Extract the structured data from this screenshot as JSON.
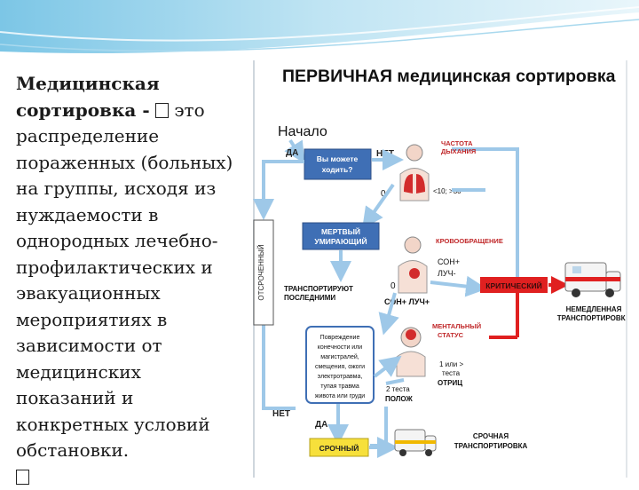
{
  "left_panel": {
    "term": "Медицинская сортировка -",
    "definition_lines": [
      "это",
      "распределение",
      "пораженных (больных)",
      "на группы, исходя из",
      "нуждаемости в",
      "однородных лечебно-",
      "профилактических и",
      "эвакуационных",
      "мероприятиях в",
      "зависимости от",
      "медицинских",
      "показаний и",
      "конкретных условий",
      "обстановки."
    ]
  },
  "diagram": {
    "title_caps": "ПЕРВИЧНАЯ",
    "title_rest": " медицинская сортировка",
    "start": "Начало",
    "yes": "ДА",
    "no": "НЕТ",
    "q1": [
      "Вы можете",
      "ходить?"
    ],
    "breathing_label": [
      "ЧАСТОТА",
      "ДЫХАНИЯ"
    ],
    "zero": "0",
    "breath_range": "<10; >30",
    "dead": [
      "МЕРТВЫЙ",
      "УМИРАЮЩИЙ"
    ],
    "delayed_vertical": "ОТСРОЧЕННЫЙ",
    "circulation_label": "КРОВООБРАЩЕНИЕ",
    "sop_pos": [
      "СОН+",
      "ЛУЧ-"
    ],
    "transport_last": [
      "ТРАНСПОРТИРУЮТ",
      "ПОСЛЕДНИМИ"
    ],
    "sop_neg": "СОН+ ЛУЧ+",
    "critical": "КРИТИЧЕСКИЙ",
    "immediate": [
      "НЕМЕДЛЕННАЯ",
      "ТРАНСПОРТИРОВКА"
    ],
    "injury_box": [
      "Повреждение",
      "конечности или",
      "магистралей,",
      "смещения, ожоги",
      "электротравма,",
      "тупая травма",
      "живота или груди"
    ],
    "mental": [
      "МЕНТАЛЬНЫЙ",
      "СТАТУС"
    ],
    "one_or_more": [
      "1 или >",
      "теста",
      "ОТРИЦ"
    ],
    "two_tests": [
      "2 теста",
      "ПОЛОЖ"
    ],
    "urgent": "СРОЧНЫЙ",
    "urgent_transport": [
      "СРОЧНАЯ",
      "ТРАНСПОРТИРОВКА"
    ],
    "colors": {
      "box_blue": "#3f6fb5",
      "arrow_blue": "#9ec8e8",
      "red": "#e02020",
      "text_red": "#c0282a",
      "yellow": "#f7e03b"
    }
  }
}
